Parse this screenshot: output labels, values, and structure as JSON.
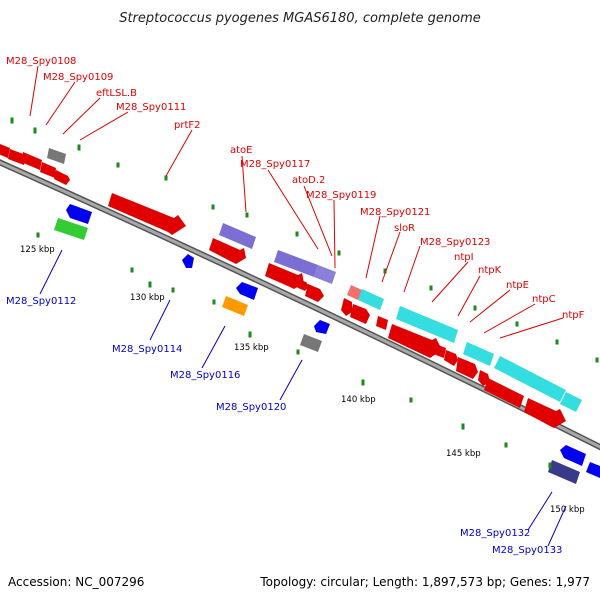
{
  "title": "Streptococcus pyogenes MGAS6180, complete genome",
  "footer": {
    "accession": "Accession: NC_007296",
    "stats": "Topology: circular; Length: 1,897,573 bp; Genes: 1,977"
  },
  "scale_labels": [
    "125 kbp",
    "130 kbp",
    "135 kbp",
    "140 kbp",
    "145 kbp",
    "150 kbp"
  ],
  "forward_labels": [
    "M28_Spy0108",
    "M28_Spy0109",
    "eftLSL.B",
    "M28_Spy0111",
    "prtF2",
    "atoE",
    "M28_Spy0117",
    "atoD.2",
    "M28_Spy0119",
    "M28_Spy0121",
    "sloR",
    "M28_Spy0123",
    "ntpI",
    "ntpK",
    "ntpE",
    "ntpC",
    "ntpF"
  ],
  "reverse_labels": [
    "M28_Spy0112",
    "M28_Spy0114",
    "M28_Spy0116",
    "M28_Spy0120",
    "M28_Spy0132",
    "M28_Spy0133"
  ],
  "colors": {
    "red": "#ff0000",
    "blue": "#0000ee",
    "cyan": "#33dde0",
    "purple": "#7b6fd4",
    "green": "#33cc33",
    "orange": "#ff9900",
    "gray": "#777777",
    "pink": "#f07070",
    "navy": "#3a3a8a",
    "tick": "#1a8a1a",
    "backbone": "#8c8c8c"
  }
}
